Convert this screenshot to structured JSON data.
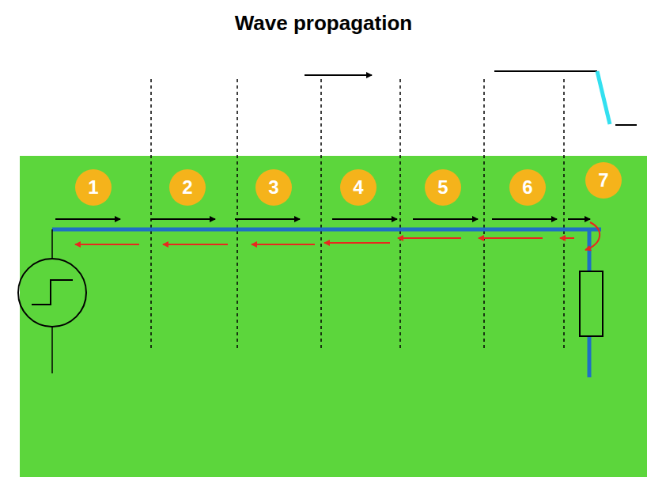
{
  "diagram": {
    "title": "Wave propagation",
    "nodes": [
      {
        "text": [
          "1"
        ]
      },
      {
        "text": [
          "2"
        ]
      },
      {
        "text": [
          "3"
        ]
      },
      {
        "text": [
          "4"
        ]
      },
      {
        "text": [
          "5"
        ]
      },
      {
        "text": [
          "6"
        ]
      },
      {
        "text": [
          "7"
        ]
      }
    ]
  }
}
